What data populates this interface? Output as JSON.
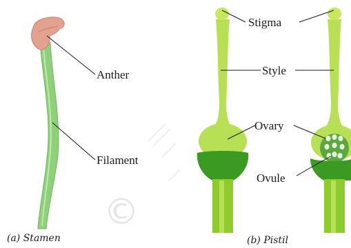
{
  "stamen": {
    "caption": "(a) Stamen",
    "labels": {
      "anther": "Anther",
      "filament": "Filament"
    }
  },
  "pistil": {
    "caption": "(b) Pistil",
    "labels": {
      "stigma": "Stigma",
      "style": "Style",
      "ovary": "Ovary",
      "ovule": "Ovule"
    }
  },
  "watermark": "©",
  "colors": {
    "anther": "#e3a190",
    "filament": "#8fd07a",
    "pistil_light": "#b7e055",
    "pistil_mid": "#8ccc2b",
    "pistil_dark": "#3a9a22",
    "ovule_cavity": "#5aa83e",
    "ovule": "#e8f8e0"
  }
}
